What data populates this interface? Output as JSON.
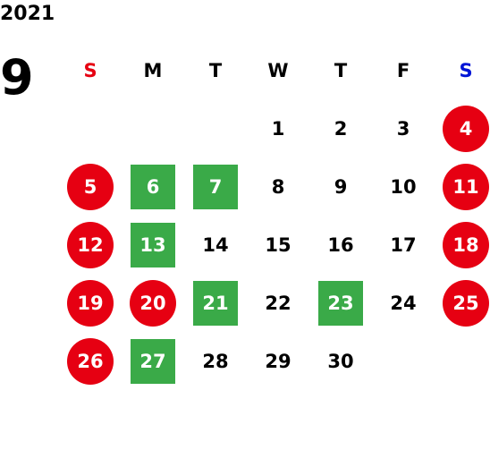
{
  "calendar": {
    "year": "2021",
    "month": "9",
    "weekdays": [
      "S",
      "M",
      "T",
      "W",
      "T",
      "F",
      "S"
    ],
    "weekday_colors": {
      "sun": "#e60012",
      "sat": "#0015d6",
      "default": "#000000"
    },
    "colors": {
      "holiday_circle": "#e60012",
      "highlight_square": "#3aaa48"
    },
    "weeks": [
      [
        {
          "day": "",
          "style": "empty"
        },
        {
          "day": "",
          "style": "empty"
        },
        {
          "day": "",
          "style": "empty"
        },
        {
          "day": "1",
          "style": "normal"
        },
        {
          "day": "2",
          "style": "normal"
        },
        {
          "day": "3",
          "style": "normal"
        },
        {
          "day": "4",
          "style": "holiday"
        }
      ],
      [
        {
          "day": "5",
          "style": "holiday"
        },
        {
          "day": "6",
          "style": "work"
        },
        {
          "day": "7",
          "style": "work"
        },
        {
          "day": "8",
          "style": "normal"
        },
        {
          "day": "9",
          "style": "normal"
        },
        {
          "day": "10",
          "style": "normal"
        },
        {
          "day": "11",
          "style": "holiday"
        }
      ],
      [
        {
          "day": "12",
          "style": "holiday"
        },
        {
          "day": "13",
          "style": "work"
        },
        {
          "day": "14",
          "style": "normal"
        },
        {
          "day": "15",
          "style": "normal"
        },
        {
          "day": "16",
          "style": "normal"
        },
        {
          "day": "17",
          "style": "normal"
        },
        {
          "day": "18",
          "style": "holiday"
        }
      ],
      [
        {
          "day": "19",
          "style": "holiday"
        },
        {
          "day": "20",
          "style": "holiday"
        },
        {
          "day": "21",
          "style": "work"
        },
        {
          "day": "22",
          "style": "normal"
        },
        {
          "day": "23",
          "style": "work"
        },
        {
          "day": "24",
          "style": "normal"
        },
        {
          "day": "25",
          "style": "holiday"
        }
      ],
      [
        {
          "day": "26",
          "style": "holiday"
        },
        {
          "day": "27",
          "style": "work"
        },
        {
          "day": "28",
          "style": "normal"
        },
        {
          "day": "29",
          "style": "normal"
        },
        {
          "day": "30",
          "style": "normal"
        },
        {
          "day": "",
          "style": "empty"
        },
        {
          "day": "",
          "style": "empty"
        }
      ]
    ]
  }
}
